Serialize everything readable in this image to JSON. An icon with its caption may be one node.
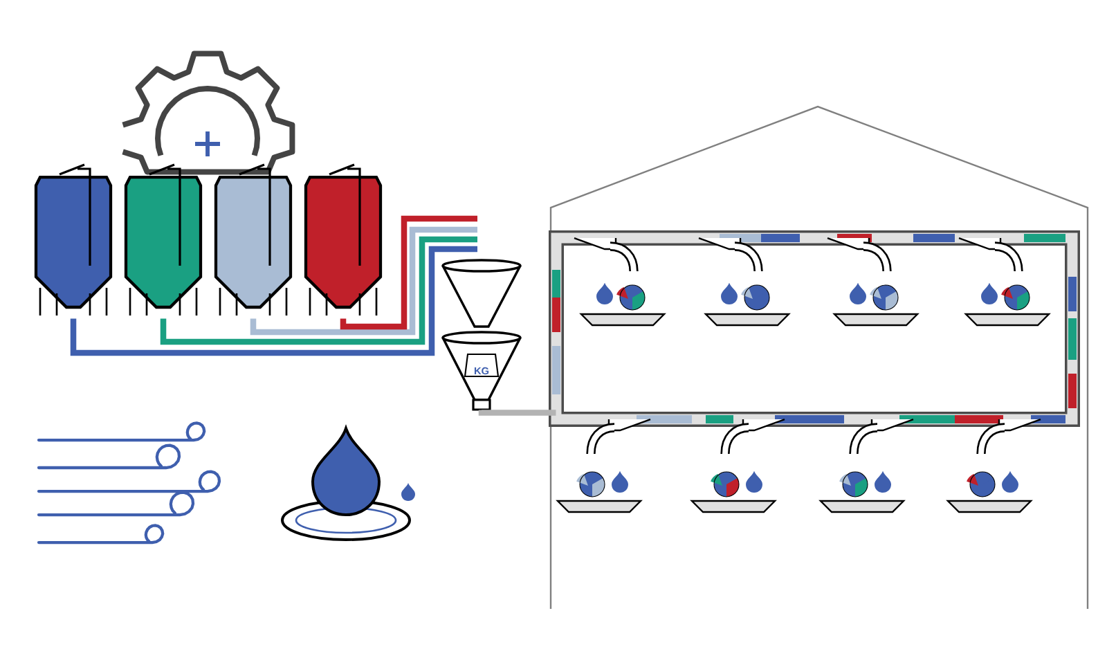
{
  "diagram": {
    "nodes": [
      {
        "text": [],
        "shape": "silo"
      },
      {
        "text": [],
        "shape": "silo"
      },
      {
        "text": [],
        "shape": "silo"
      },
      {
        "text": [],
        "shape": "silo"
      },
      {
        "text": [],
        "shape": "funnel"
      },
      {
        "text": [
          "KG"
        ]
      },
      {
        "text": [],
        "shape": "box"
      }
    ],
    "edges": [
      {
        "from": 0,
        "to": 4,
        "arrow": "none",
        "color": "#3f5fae"
      },
      {
        "from": 1,
        "to": 4,
        "arrow": "none",
        "color": "#1aa082"
      },
      {
        "from": 2,
        "to": 4,
        "arrow": "none",
        "color": "#a9bcd4"
      },
      {
        "from": 3,
        "to": 4,
        "arrow": "none",
        "color": "#c0202a"
      },
      {
        "from": 5,
        "to": 6,
        "arrow": "none",
        "color": "#b3b3b3"
      }
    ]
  }
}
